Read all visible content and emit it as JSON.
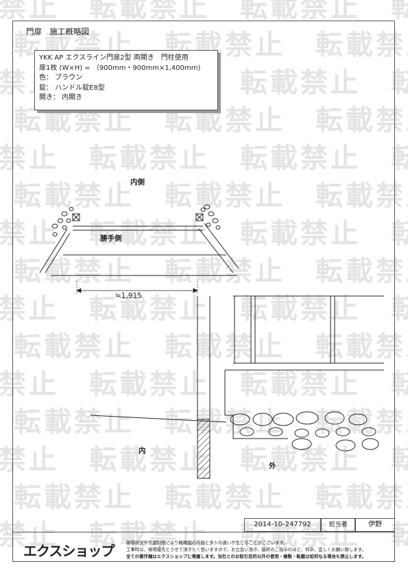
{
  "header": {
    "title": "門扉　施工概略図"
  },
  "spec": {
    "line1": "YKK AP エクスライン門扉2型 両開き　門柱使用",
    "line2": "扉1枚 (W×H) = （900mm・900mm×1,400mm)",
    "line3": "色： ブラウン",
    "line4": "錠： ハンドル錠E8型",
    "line5": "開き： 内開き"
  },
  "plan": {
    "inside_label": "内側",
    "side_label": "勝手側",
    "dimension": "≒1,915"
  },
  "section": {
    "inside_label": "内",
    "outside_label": "外"
  },
  "watermark": {
    "text": "転載禁止"
  },
  "footer": {
    "order_number": "2014-10-247792",
    "person_label": "担当者",
    "person_name": "伊野",
    "logo": "エクスショップ",
    "note1": "現場状況や作図制限により概略図の内容と多少の違いが生じることがございます。",
    "note2": "工事時は、現場優先とさせて頂きたく思いますので、お立会い頂き、最終のご指示のほど、何卒、宜しくお願い致します。",
    "note3": "全ての著作権はエクスショップに帰属します。当社とのお取引目的以外の使用・複製・転載は如何なる場合も禁止します。"
  }
}
